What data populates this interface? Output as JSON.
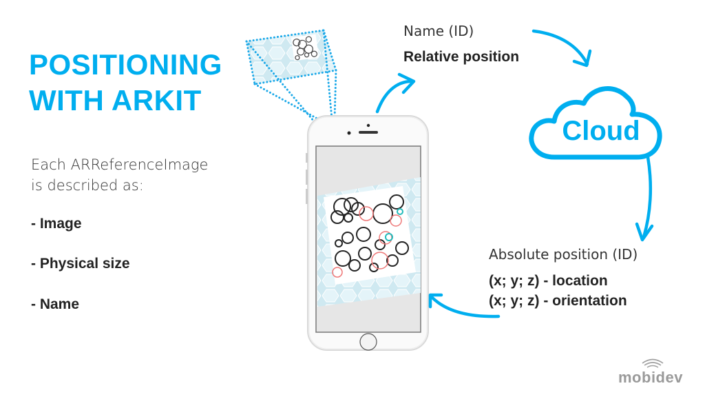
{
  "title": {
    "line1": "POSITIONING",
    "line2": "WITH ARKIT"
  },
  "description": {
    "line1": "Each ARReferenceImage",
    "line2": "is described as:"
  },
  "attributes": [
    {
      "label": "- Image"
    },
    {
      "label": "- Physical size"
    },
    {
      "label": "- Name"
    }
  ],
  "relative": {
    "name_label": "Name (ID)",
    "position_label": "Relative position"
  },
  "cloud": {
    "label": "Cloud",
    "icon": "cloud-icon"
  },
  "absolute": {
    "heading": "Absolute position (ID)",
    "location": "(x; y; z) - location",
    "orientation": "(x; y; z) - orientation"
  },
  "phone": {
    "icon": "smartphone-icon"
  },
  "logo": {
    "text": "mobidev",
    "icon": "wifi-signal-icon"
  },
  "colors": {
    "accent": "#00aeef",
    "text_dark": "#222222",
    "text_regular": "#333333",
    "logo_gray": "#9a9a9a"
  }
}
